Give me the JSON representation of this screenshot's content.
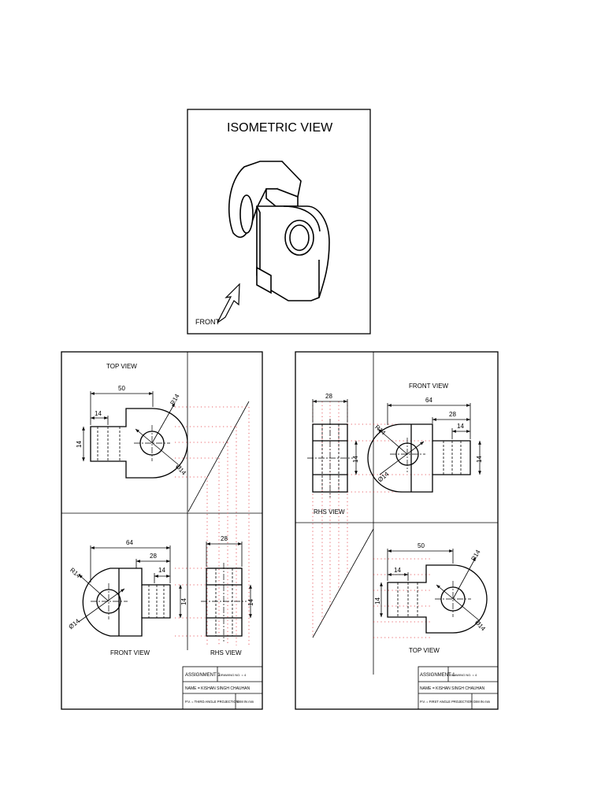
{
  "isometric": {
    "title": "ISOMETRIC VIEW",
    "front_label": "FRONT"
  },
  "third_angle": {
    "top_view": "TOP VIEW",
    "front_view": "FRONT VIEW",
    "rhs_view": "RHS VIEW",
    "dims": {
      "d50": "50",
      "d14a": "14",
      "dv14": "14",
      "r14": "R14",
      "dia14": "Ø14",
      "d64": "64",
      "d28": "28",
      "d14b": "14",
      "fr14": "R14",
      "fdia14": "Ø14",
      "fv14": "14",
      "rhs28": "28",
      "rhs14": "14"
    },
    "title_block": {
      "assignment": "ASSIGNMENT 1",
      "drawing_no": "DRAWING NO. = 4",
      "name": "NAME = KISHAN SINGH CHAUHAN",
      "projection": "P.V. = THIRD ANGLE PROJECTION",
      "units": "DIM IN mm"
    }
  },
  "first_angle": {
    "front_view": "FRONT VIEW",
    "rhs_view": "RHS VIEW",
    "top_view": "TOP VIEW",
    "dims": {
      "rhs28": "28",
      "rhs14": "14",
      "d64": "64",
      "d28": "28",
      "d14": "14",
      "fr14": "R14",
      "fdia14": "Ø14",
      "fv14": "14",
      "d50": "50",
      "t14": "14",
      "tv14": "14",
      "tr14": "R14",
      "tdia14": "Ø14"
    },
    "title_block": {
      "assignment": "ASSIGNMENT 1",
      "drawing_no": "DRAWING NO. = 4",
      "name": "NAME = KISHAN SINGH CHAUHAN",
      "projection": "P.V. = FIRST ANGLE PROJECTION",
      "units": "DIM IN mm"
    }
  }
}
